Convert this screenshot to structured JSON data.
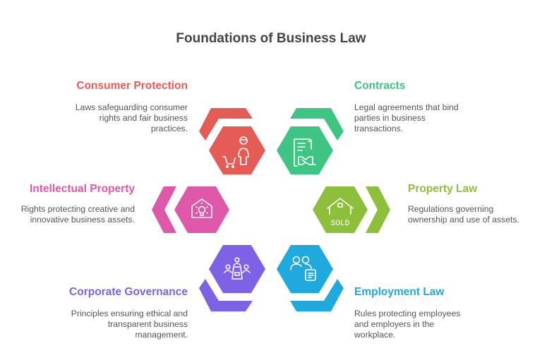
{
  "title": "Foundations of Business Law",
  "colors": {
    "consumer_protection": "#E55B56",
    "contracts": "#3EC483",
    "intellectual_property": "#DE57A9",
    "property_law": "#8DBF3A",
    "corporate_governance": "#7E62E6",
    "employment_law": "#20A9DC",
    "title_text": "#444444",
    "body_text": "#555555"
  },
  "items": [
    {
      "id": "consumer_protection",
      "heading": "Consumer Protection",
      "description": [
        "Laws safeguarding consumer",
        "rights and fair business",
        "practices."
      ],
      "icon": "shopper-with-cart-icon"
    },
    {
      "id": "contracts",
      "heading": "Contracts",
      "description": [
        "Legal agreements that bind",
        "parties in business",
        "transactions."
      ],
      "icon": "contract-handshake-icon"
    },
    {
      "id": "intellectual_property",
      "heading": "Intellectual Property",
      "description": [
        "Rights protecting creative and",
        "innovative business assets."
      ],
      "icon": "lightbulb-house-icon"
    },
    {
      "id": "property_law",
      "heading": "Property Law",
      "description": [
        "Regulations governing",
        "ownership and use of assets."
      ],
      "icon": "sold-house-icon",
      "icon_text": "SOLD"
    },
    {
      "id": "corporate_governance",
      "heading": "Corporate Governance",
      "description": [
        "Principles ensuring ethical and",
        "transparent business",
        "management."
      ],
      "icon": "boardroom-meeting-icon"
    },
    {
      "id": "employment_law",
      "heading": "Employment Law",
      "description": [
        "Rules protecting employees",
        "and employers in the",
        "workplace."
      ],
      "icon": "employees-document-icon"
    }
  ]
}
